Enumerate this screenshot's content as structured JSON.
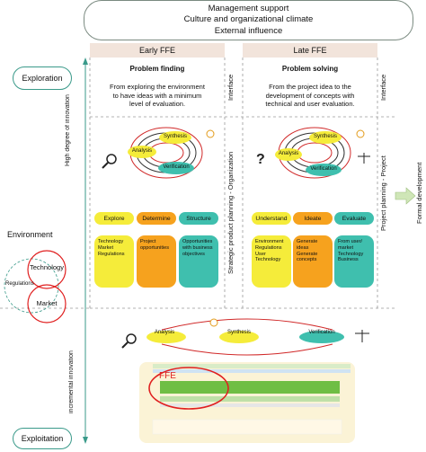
{
  "top": {
    "line1": "Management support",
    "line2": "Culture and organizational climate",
    "line3": "External influence"
  },
  "early": {
    "header": "Early FFE",
    "title": "Problem finding",
    "desc_l1": "From exploring the environment",
    "desc_l2": "to have ideas with a minimum",
    "desc_l3": "level of evaluation.",
    "cycle": {
      "synthesis": "Synthesis",
      "analysis": "Analysis",
      "verification": "Verification"
    },
    "pills": [
      "Explore",
      "Determine",
      "Structure"
    ],
    "cards": [
      [
        "Technology",
        "Market",
        "Regulations"
      ],
      [
        "Project",
        "opportunities"
      ],
      [
        "Opportunities",
        "with business",
        "objectives"
      ]
    ]
  },
  "late": {
    "header": "Late FFE",
    "title": "Problem solving",
    "desc_l1": "From the project idea to the",
    "desc_l2": "development of concepts with",
    "desc_l3": "technical and user evaluation.",
    "cycle": {
      "synthesis": "Synthesis",
      "analysis": "Analysis",
      "verification": "Verification"
    },
    "pills": [
      "Understand",
      "Ideate",
      "Evaluate"
    ],
    "cards": [
      [
        "Environment",
        "Regulations",
        "User",
        "Technology"
      ],
      [
        "Generate",
        "ideas",
        "Generate",
        "concepts"
      ],
      [
        "From user/",
        "market",
        "Technology",
        "Business"
      ]
    ]
  },
  "interface1": "Interface",
  "interface2": "Interface",
  "strategic": "Strategic product planning - Organization",
  "project_planning": "Project planning - Project",
  "formal_dev": "Formal development",
  "left": {
    "exploration": "Exploration",
    "high_innov_1": "High degree of",
    "high_innov_2": "innovation",
    "environment": "Environment",
    "technology": "Technology",
    "regulations": "Regulations",
    "market": "Market",
    "incr_innov_1": "incremental",
    "incr_innov_2": "innovation",
    "exploitation": "Exploitation"
  },
  "bottom_flow": {
    "analysis": "Analysis",
    "synthesis": "Synthesis",
    "verification": "Verification"
  },
  "ffe_label": "FFE",
  "colors": {
    "yellow": "#f5ec3a",
    "orange": "#f6a21e",
    "teal": "#3fbfae",
    "header_bg": "#f2e4db",
    "red": "#e02020",
    "border_teal": "#3a9a8a"
  }
}
